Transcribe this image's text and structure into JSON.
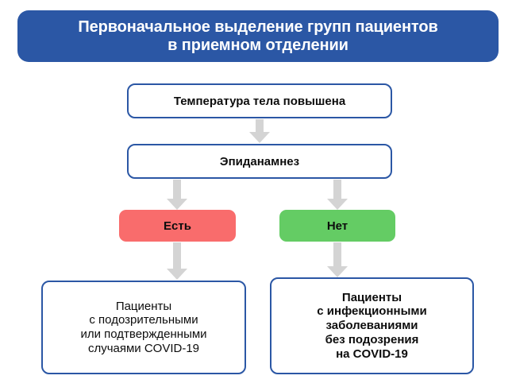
{
  "header": {
    "title": "Первоначальное выделение групп пациентов\nв приемном отделении",
    "background_color": "#2B57A5",
    "text_color": "#FFFFFF"
  },
  "flowchart": {
    "type": "flowchart",
    "orientation": "top-down",
    "background_color": "#FFFFFF",
    "box_border_color": "#2B57A5",
    "arrow_color": "#D4D4D4",
    "nodes": [
      {
        "id": "temperature",
        "label": "Температура тела повышена",
        "shape": "rounded-rect",
        "fill": "#FFFFFF",
        "border": "#2B57A5"
      },
      {
        "id": "epidanamnez",
        "label": "Эпиданамнез",
        "shape": "rounded-rect",
        "fill": "#FFFFFF",
        "border": "#2B57A5"
      },
      {
        "id": "yes",
        "label": "Есть",
        "shape": "rounded-rect",
        "fill": "#F96C6C",
        "border": "none"
      },
      {
        "id": "no",
        "label": "Нет",
        "shape": "rounded-rect",
        "fill": "#64CC64",
        "border": "none"
      },
      {
        "id": "outcome-left",
        "label": "Пациенты\nс подозрительными\nили  подтвержденными\nслучаями COVID-19",
        "shape": "rounded-rect",
        "fill": "#FFFFFF",
        "border": "#2B57A5"
      },
      {
        "id": "outcome-right",
        "label": "Пациенты\nс инфекционными\nзаболеваниями\nбез подозрения\nна COVID-19",
        "shape": "rounded-rect",
        "fill": "#FFFFFF",
        "border": "#2B57A5"
      }
    ],
    "edges": [
      {
        "from": "temperature",
        "to": "epidanamnez",
        "style": "block-arrow-down"
      },
      {
        "from": "epidanamnez",
        "to": "yes",
        "style": "block-arrow-down"
      },
      {
        "from": "epidanamnez",
        "to": "no",
        "style": "block-arrow-down"
      },
      {
        "from": "yes",
        "to": "outcome-left",
        "style": "block-arrow-down"
      },
      {
        "from": "no",
        "to": "outcome-right",
        "style": "block-arrow-down"
      }
    ]
  }
}
